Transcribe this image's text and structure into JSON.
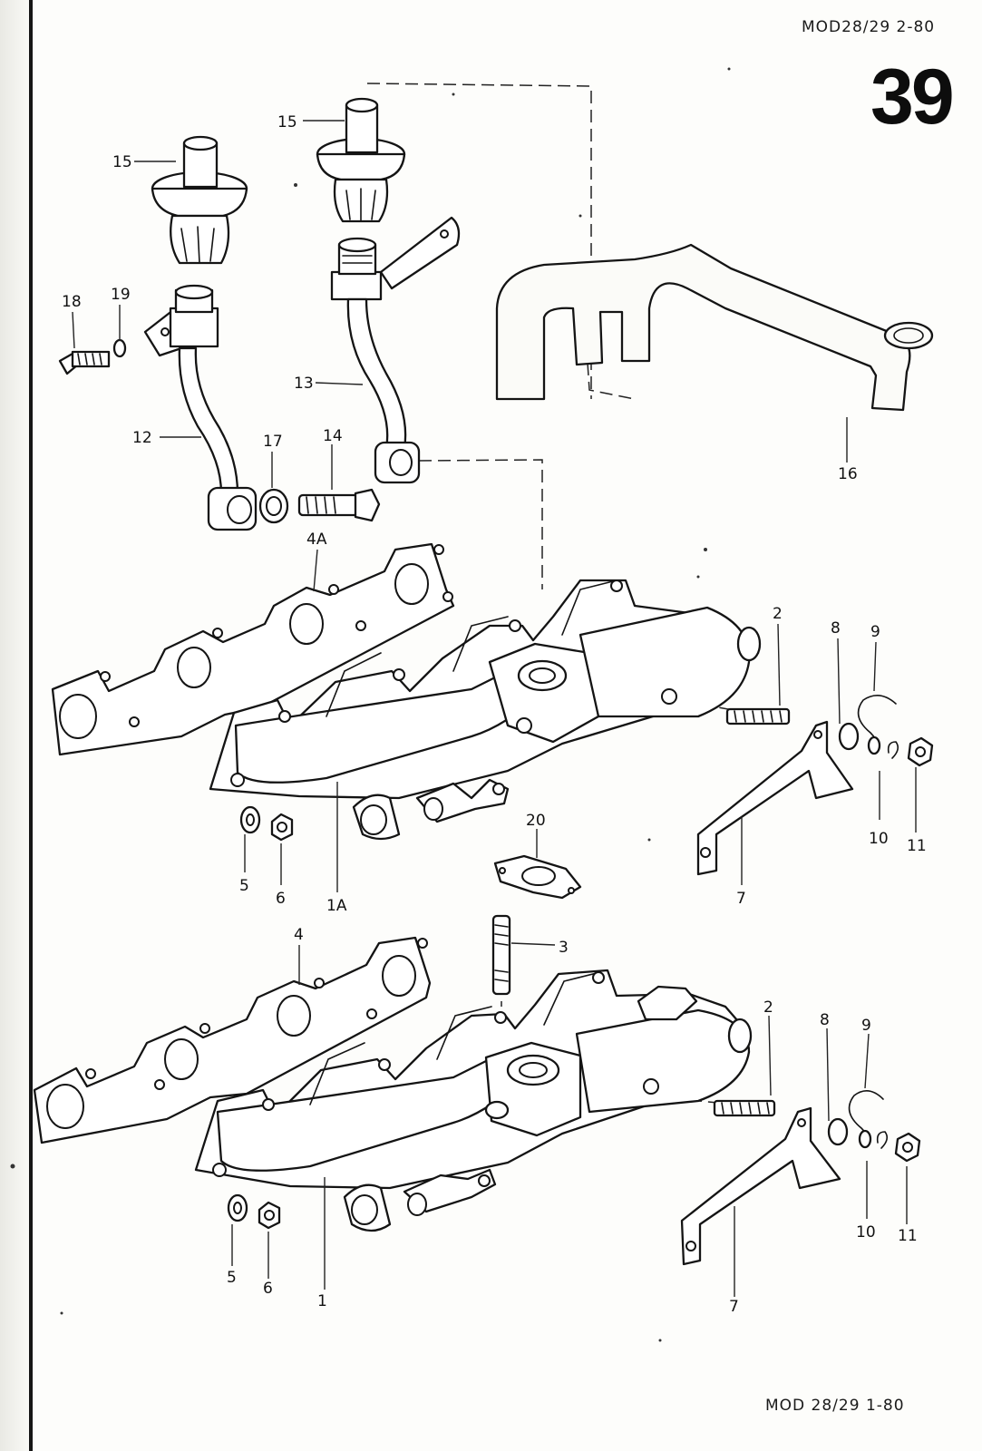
{
  "header": {
    "top_code": "MOD28/29 2-80",
    "page_number": "39",
    "bottom_code": "MOD 28/29  1-80"
  },
  "callouts": [
    {
      "id": "c15a",
      "text": "15"
    },
    {
      "id": "c15b",
      "text": "15"
    },
    {
      "id": "c18",
      "text": "18"
    },
    {
      "id": "c19",
      "text": "19"
    },
    {
      "id": "c13",
      "text": "13"
    },
    {
      "id": "c12",
      "text": "12"
    },
    {
      "id": "c17",
      "text": "17"
    },
    {
      "id": "c14",
      "text": "14"
    },
    {
      "id": "c16",
      "text": "16"
    },
    {
      "id": "c4A",
      "text": "4A"
    },
    {
      "id": "c2a",
      "text": "2"
    },
    {
      "id": "c8a",
      "text": "8"
    },
    {
      "id": "c9a",
      "text": "9"
    },
    {
      "id": "c10a",
      "text": "10"
    },
    {
      "id": "c11a",
      "text": "11"
    },
    {
      "id": "c20",
      "text": "20"
    },
    {
      "id": "c5a",
      "text": "5"
    },
    {
      "id": "c6a",
      "text": "6"
    },
    {
      "id": "c1A",
      "text": "1A"
    },
    {
      "id": "c7a",
      "text": "7"
    },
    {
      "id": "c3",
      "text": "3"
    },
    {
      "id": "c4",
      "text": "4"
    },
    {
      "id": "c2b",
      "text": "2"
    },
    {
      "id": "c8b",
      "text": "8"
    },
    {
      "id": "c9b",
      "text": "9"
    },
    {
      "id": "c10b",
      "text": "10"
    },
    {
      "id": "c11b",
      "text": "11"
    },
    {
      "id": "c5b",
      "text": "5"
    },
    {
      "id": "c6b",
      "text": "6"
    },
    {
      "id": "c1",
      "text": "1"
    },
    {
      "id": "c7b",
      "text": "7"
    }
  ]
}
